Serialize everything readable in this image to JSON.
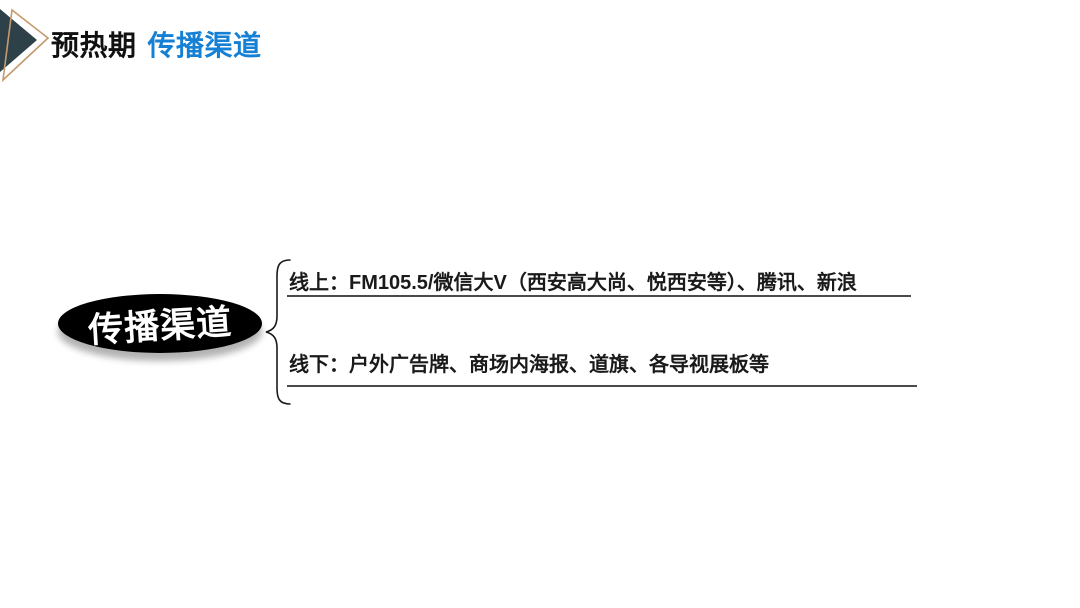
{
  "header": {
    "title_prefix": "预热期",
    "title_main": "传播渠道",
    "title_prefix_color": "#111111",
    "title_main_color": "#1580d4",
    "icon": {
      "name": "layered-triangles",
      "fill_color": "#2e4149",
      "outline_color": "#c49a6c"
    }
  },
  "diagram": {
    "node": {
      "label": "传播渠道",
      "fill_color": "#000000",
      "text_color": "#ffffff"
    },
    "brace_color": "#1a1a1a",
    "underline_color": "#4a4a4a",
    "items": [
      {
        "text": "线上：FM105.5/微信大V（西安高大尚、悦西安等）、腾讯、新浪"
      },
      {
        "text": "线下：户外广告牌、商场内海报、道旗、各导视展板等"
      }
    ]
  },
  "background_color": "#ffffff"
}
